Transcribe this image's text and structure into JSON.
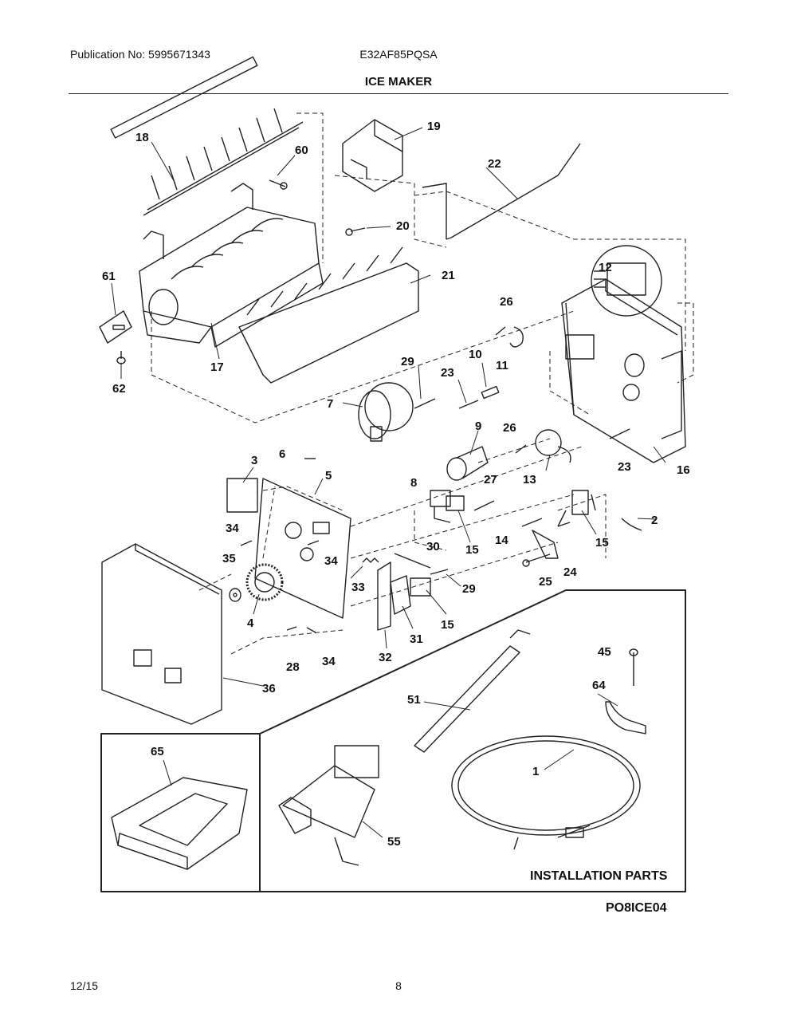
{
  "header": {
    "publication": "Publication No: 5995671343",
    "model": "E32AF85PQSA",
    "title": "ICE MAKER"
  },
  "diagram": {
    "drawing_code": "PO8ICE04",
    "installation_label": "INSTALLATION PARTS",
    "callouts": {
      "c18": "18",
      "c60": "60",
      "c19": "19",
      "c22": "22",
      "c20": "20",
      "c61": "61",
      "c21": "21",
      "c12": "12",
      "c17": "17",
      "c62": "62",
      "c26a": "26",
      "c29a": "29",
      "c10": "10",
      "c23a": "23",
      "c11": "11",
      "c7": "7",
      "c9": "9",
      "c26b": "26",
      "c23b": "23",
      "c16": "16",
      "c3": "3",
      "c6": "6",
      "c5": "5",
      "c8": "8",
      "c27": "27",
      "c13": "13",
      "c34a": "34",
      "c2": "2",
      "c14": "14",
      "c15a": "15",
      "c15b": "15",
      "c35": "35",
      "c34b": "34",
      "c30": "30",
      "c24": "24",
      "c33": "33",
      "c25": "25",
      "c29b": "29",
      "c4": "4",
      "c31": "31",
      "c15c": "15",
      "c28": "28",
      "c34c": "34",
      "c32": "32",
      "c45": "45",
      "c36": "36",
      "c64": "64",
      "c51": "51",
      "c65": "65",
      "c1": "1",
      "c55": "55"
    }
  },
  "footer": {
    "date": "12/15",
    "page": "8"
  }
}
